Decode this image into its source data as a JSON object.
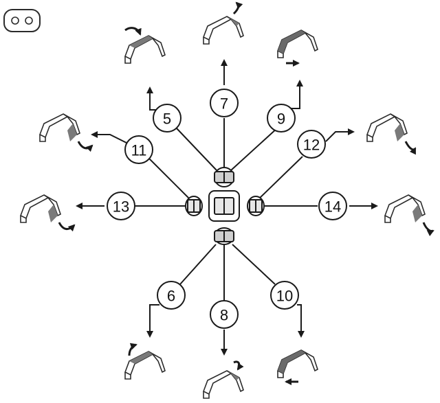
{
  "legend_symbol": {
    "icon": "two-position-switch-icon"
  },
  "callouts": [
    {
      "id": "5",
      "label": "5",
      "direction": "up-left",
      "motion": "curl-back",
      "arrow": "right"
    },
    {
      "id": "7",
      "label": "7",
      "direction": "up",
      "motion": "tilt-back",
      "arrow": "up"
    },
    {
      "id": "9",
      "label": "9",
      "direction": "up-right",
      "motion": "slide-forward",
      "arrow": "right"
    },
    {
      "id": "11",
      "label": "11",
      "direction": "left-upper",
      "motion": "rotate-clockwise",
      "arrow": "down-right"
    },
    {
      "id": "12",
      "label": "12",
      "direction": "right-upper",
      "motion": "rotate-clockwise",
      "arrow": "down-right"
    },
    {
      "id": "13",
      "label": "13",
      "direction": "left",
      "motion": "rotate-clockwise",
      "arrow": "down-right"
    },
    {
      "id": "14",
      "label": "14",
      "direction": "right",
      "motion": "rotate-clockwise",
      "arrow": "down-right"
    },
    {
      "id": "6",
      "label": "6",
      "direction": "down-left",
      "motion": "curl-up",
      "arrow": "up"
    },
    {
      "id": "8",
      "label": "8",
      "direction": "down",
      "motion": "tilt-forward",
      "arrow": "down"
    },
    {
      "id": "10",
      "label": "10",
      "direction": "down-right",
      "motion": "slide-back",
      "arrow": "left"
    }
  ],
  "colors": {
    "line": "#1a1a1a",
    "active_part": "#7a7a7a",
    "outline": "#2b2b2b",
    "background": "#ffffff"
  }
}
